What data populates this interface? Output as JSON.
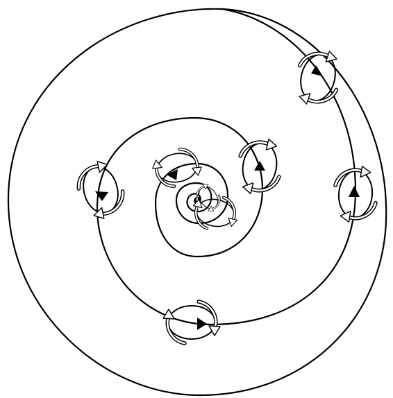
{
  "diagram": {
    "type": "spiral-with-vortex-markers",
    "colors": {
      "line": "#000000",
      "background": "#ffffff",
      "arrow_fill": "#ffffff"
    },
    "spiral_turns": 4,
    "vortex_marker_count": 8
  }
}
